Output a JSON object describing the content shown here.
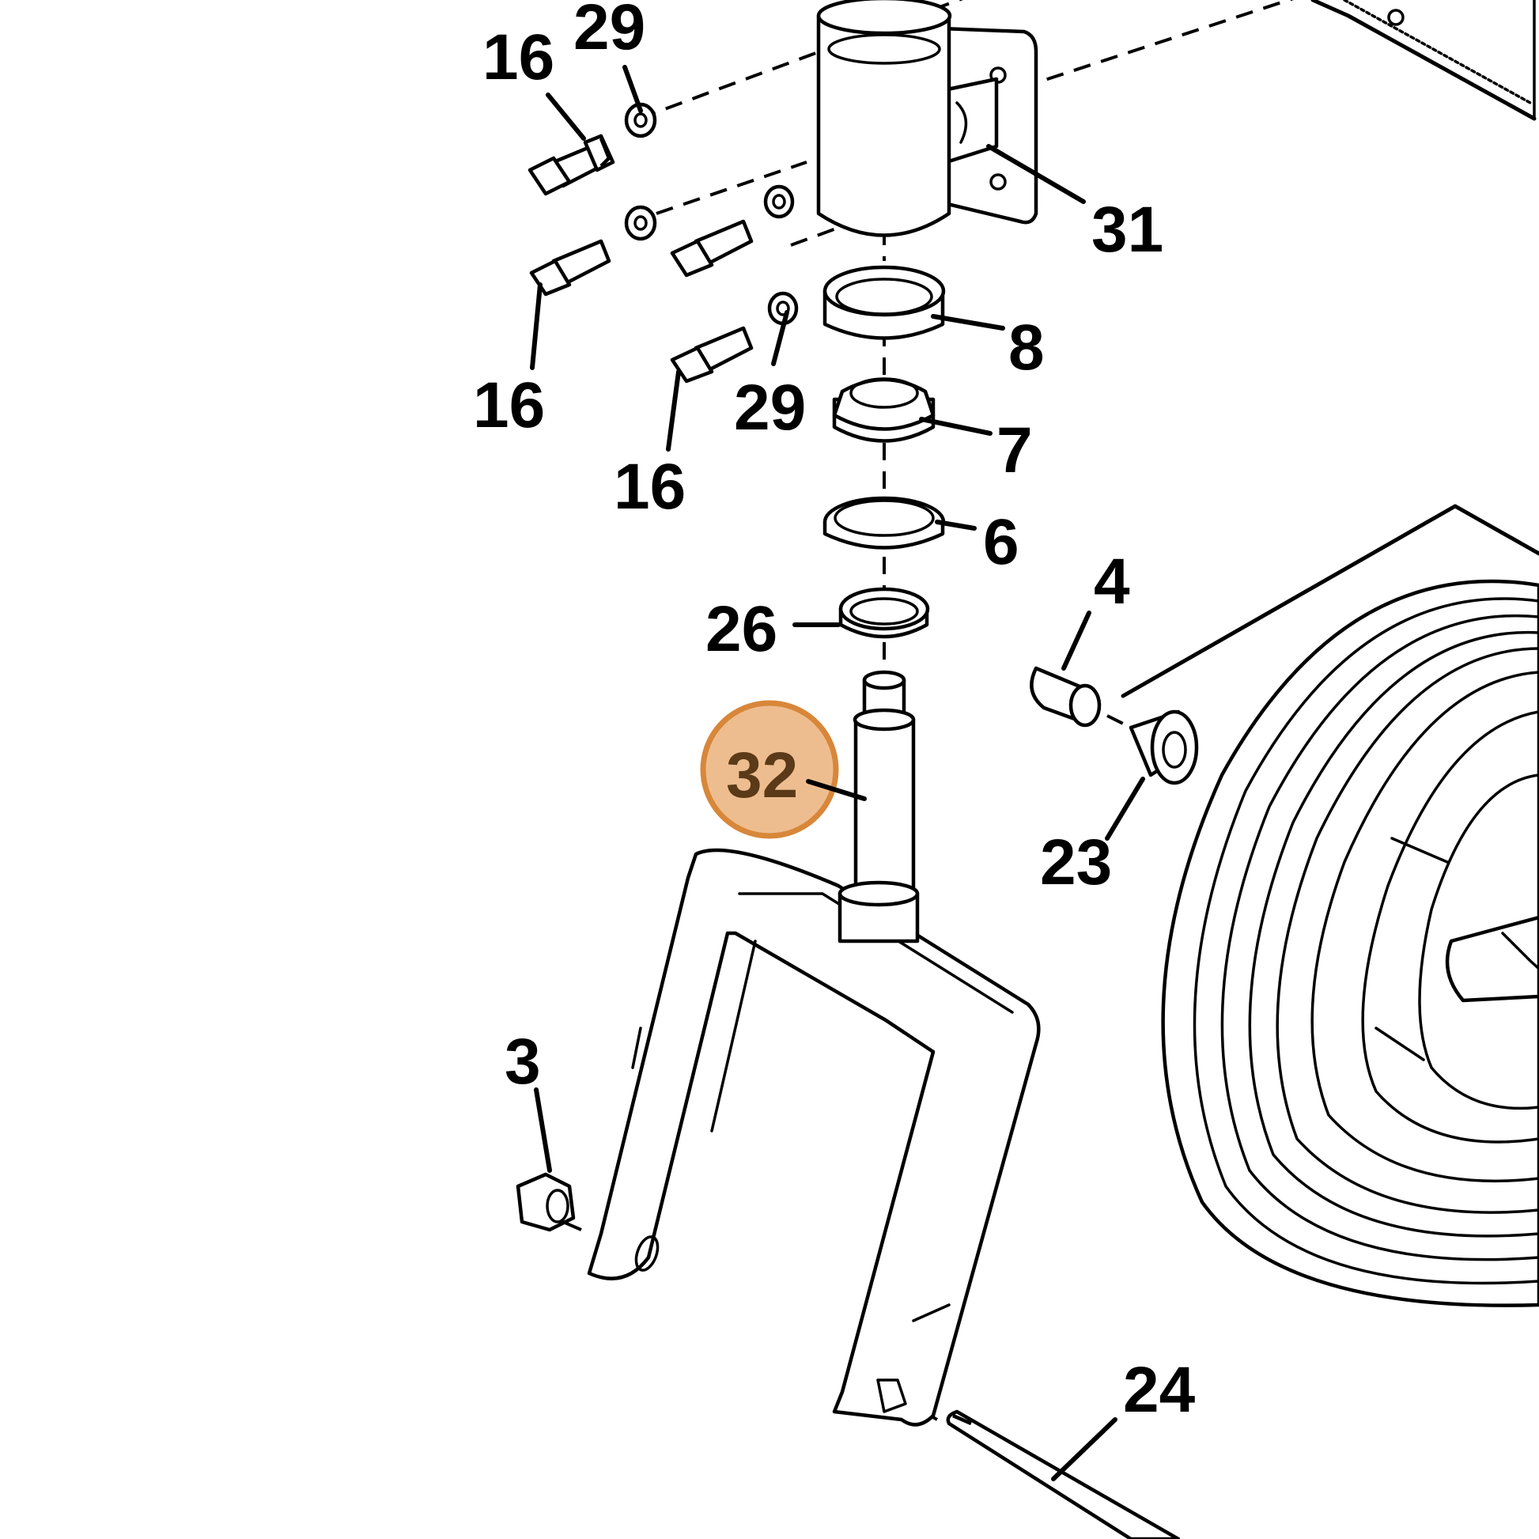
{
  "diagram": {
    "highlight_color": "#E8A76A",
    "highlighted_callout": "32",
    "callouts": [
      {
        "id": "c16a",
        "text": "16"
      },
      {
        "id": "c29a",
        "text": "29"
      },
      {
        "id": "c31",
        "text": "31"
      },
      {
        "id": "c16b",
        "text": "16"
      },
      {
        "id": "c8",
        "text": "8"
      },
      {
        "id": "c29b",
        "text": "29"
      },
      {
        "id": "c7",
        "text": "7"
      },
      {
        "id": "c16c",
        "text": "16"
      },
      {
        "id": "c6",
        "text": "6"
      },
      {
        "id": "c4",
        "text": "4"
      },
      {
        "id": "c26",
        "text": "26"
      },
      {
        "id": "c32",
        "text": "32"
      },
      {
        "id": "c23",
        "text": "23"
      },
      {
        "id": "c3",
        "text": "3"
      },
      {
        "id": "c24",
        "text": "24"
      }
    ]
  }
}
